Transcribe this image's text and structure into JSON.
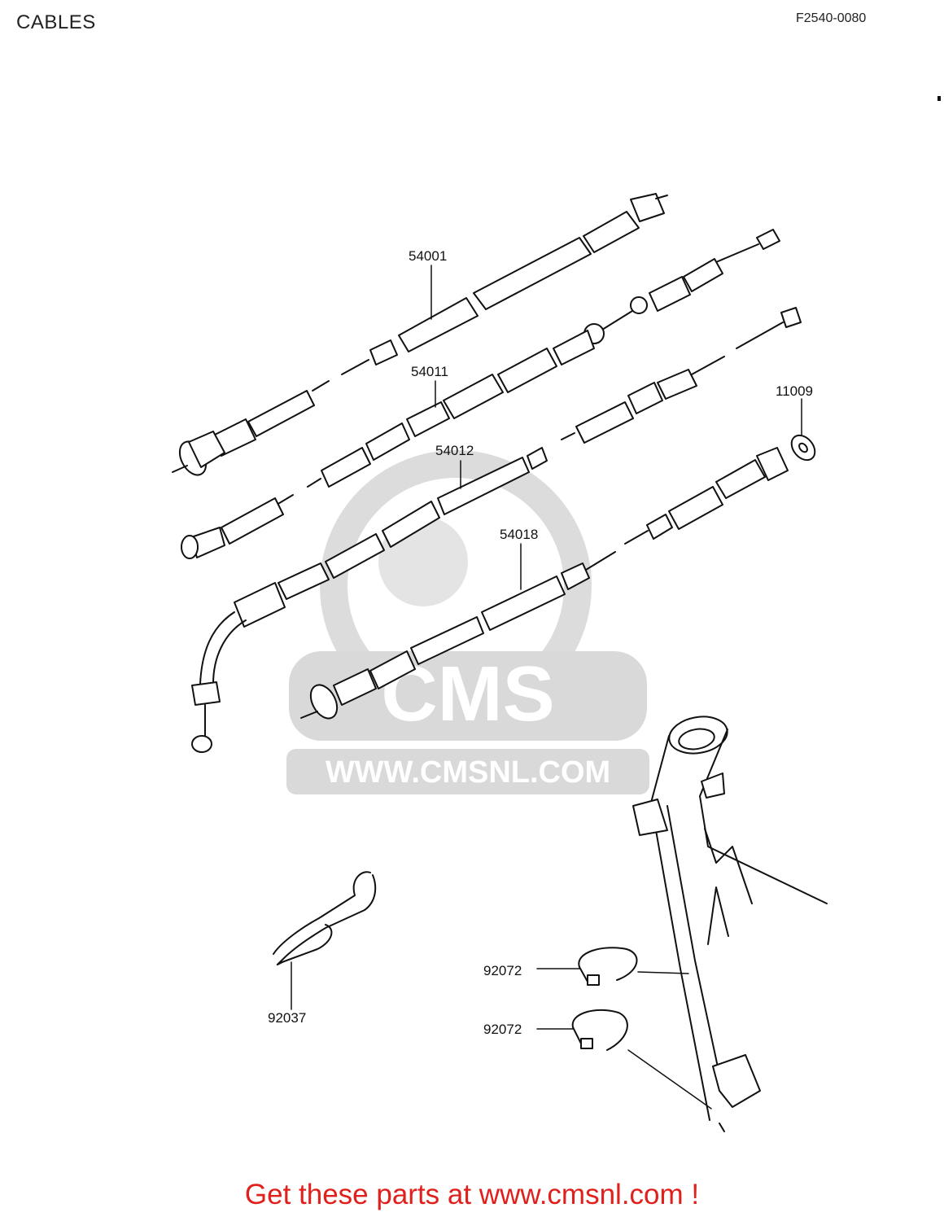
{
  "header": {
    "title": "CABLES",
    "diagram_code": "F2540-0080"
  },
  "callouts": {
    "p54001": "54001",
    "p54011": "54011",
    "p54012": "54012",
    "p54018": "54018",
    "p11009": "11009",
    "p92037": "92037",
    "p92072a": "92072",
    "p92072b": "92072"
  },
  "watermark": {
    "brand": "CMS",
    "url": "WWW.CMSNL.COM"
  },
  "footer": {
    "link_text": "Get these parts at www.cmsnl.com !"
  },
  "colors": {
    "footer_text": "#e0201c",
    "line_art": "#111111",
    "watermark": "#d6d6d6"
  }
}
